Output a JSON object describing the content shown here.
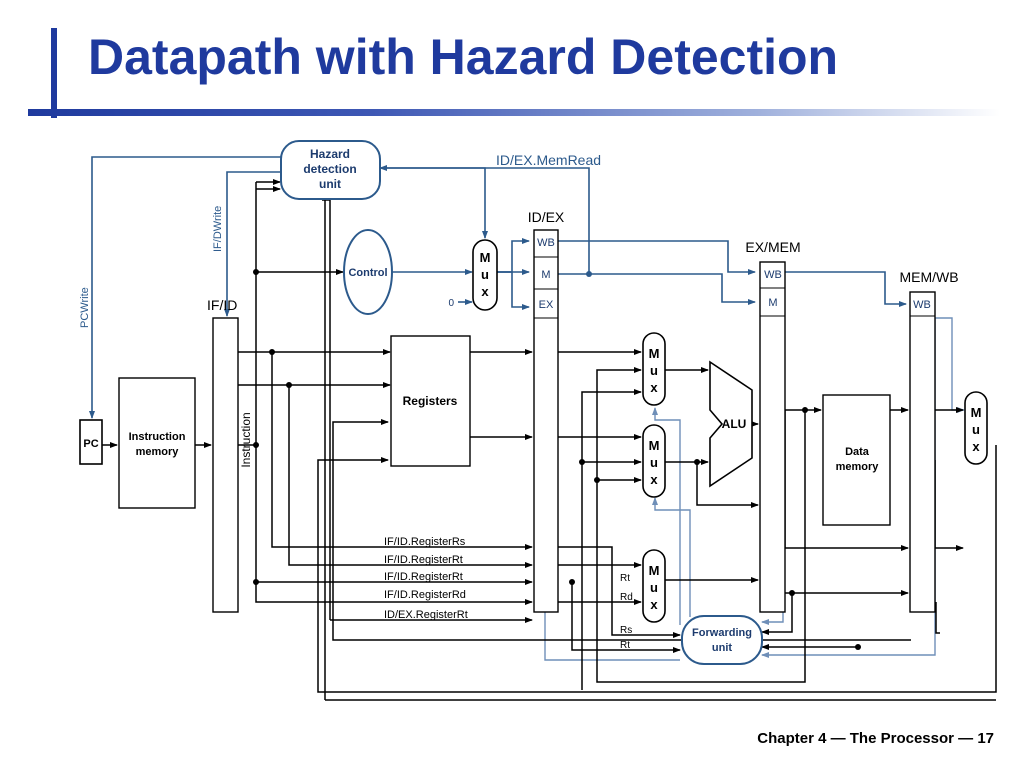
{
  "slide": {
    "title": "Datapath with Hazard Detection",
    "footer": "Chapter 4 — The Processor — 17"
  },
  "colors": {
    "title": "#1f3a9e",
    "control_lines": "#2c5a8c",
    "data_lines": "#000000",
    "feedback_lines": "#6f8fb8"
  },
  "diagram": {
    "hazard_unit": [
      "Hazard",
      "detection",
      "unit"
    ],
    "control": "Control",
    "mux_letters": [
      "M",
      "u",
      "x"
    ],
    "pc": "PC",
    "instruction_memory": [
      "Instruction",
      "memory"
    ],
    "registers": "Registers",
    "alu": "ALU",
    "data_memory": [
      "Data",
      "memory"
    ],
    "forwarding_unit": [
      "Forwarding",
      "unit"
    ],
    "pipeline_regs": {
      "if_id": "IF/ID",
      "id_ex": "ID/EX",
      "ex_mem": "EX/MEM",
      "mem_wb": "MEM/WB"
    },
    "stage_fields": {
      "wb": "WB",
      "m": "M",
      "ex": "EX"
    },
    "signals": {
      "mem_read": "ID/EX.MemRead",
      "if_d_write": "IF/DWrite",
      "pc_write": "PCWrite",
      "instruction": "Instruction",
      "zero": "0"
    },
    "register_fields": [
      "IF/ID.RegisterRs",
      "IF/ID.RegisterRt",
      "IF/ID.RegisterRt",
      "IF/ID.RegisterRd",
      "ID/EX.RegisterRt"
    ],
    "mux_inputs": {
      "rt": "Rt",
      "rd": "Rd"
    },
    "fwd_inputs": {
      "rs": "Rs",
      "rt": "Rt"
    }
  }
}
